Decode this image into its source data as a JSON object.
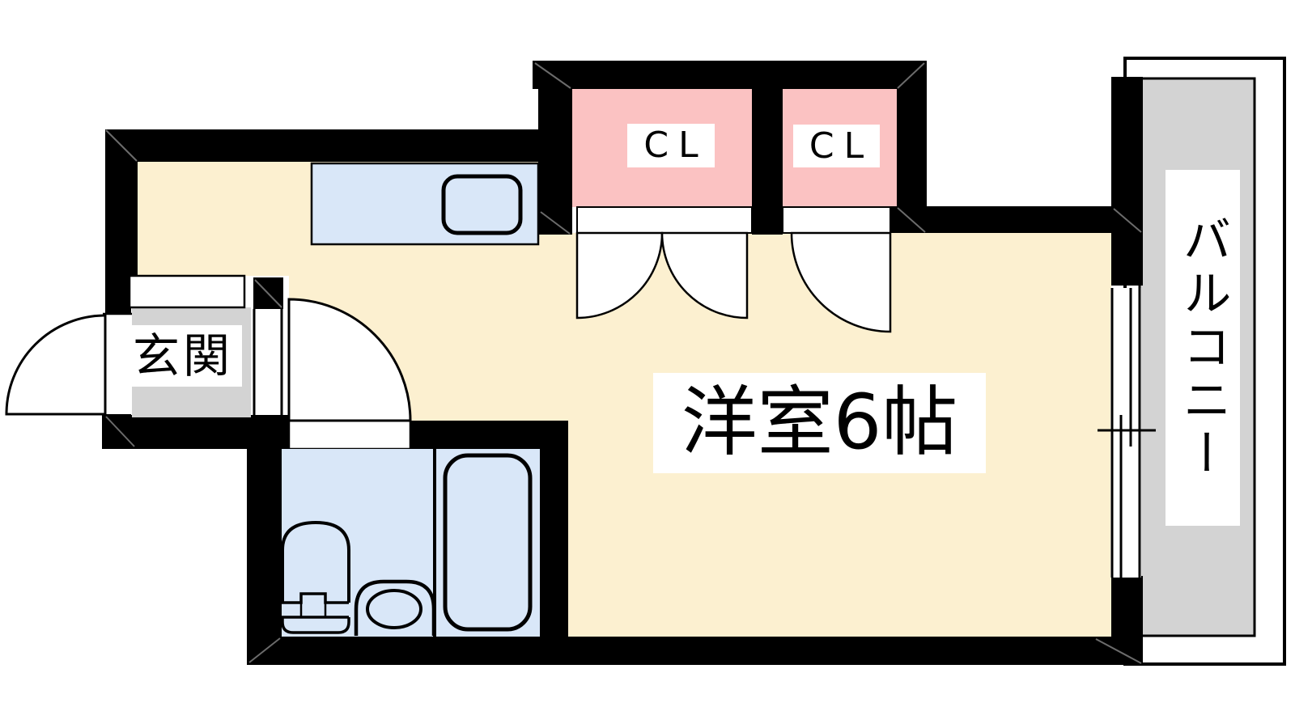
{
  "plan": {
    "type": "apartment-floor-plan",
    "labels": {
      "genkan": "玄関",
      "main_room": "洋室6帖",
      "closet_1": "CL",
      "closet_2": "CL",
      "balcony": "バルコニー"
    },
    "rooms": [
      {
        "name": "玄関",
        "kind": "entrance",
        "floor_color": "#D3D3D3"
      },
      {
        "name": "洋室6帖",
        "kind": "western-room",
        "size_mats": 6,
        "floor_color": "#FCF0D0"
      },
      {
        "name": "CL",
        "kind": "closet",
        "floor_color": "#FBC2C2"
      },
      {
        "name": "CL",
        "kind": "closet",
        "floor_color": "#FBC2C2"
      },
      {
        "name": "バルコニー",
        "kind": "balcony",
        "floor_color": "#D3D3D3"
      }
    ],
    "fixtures": [
      "kitchen-counter",
      "kitchen-sink",
      "shoe-cabinet",
      "washbasin",
      "toilet",
      "bathtub",
      "entrance-door",
      "bathroom-door",
      "closet-double-door",
      "closet-single-door",
      "sliding-window"
    ],
    "colors": {
      "wall": "#000000",
      "room_floor": "#FCF0D0",
      "water_area": "#D9E7F8",
      "closet": "#FBC2C2",
      "tile_gray": "#D3D3D3",
      "label_background": "#FFFFFF",
      "outline": "#000000"
    }
  }
}
